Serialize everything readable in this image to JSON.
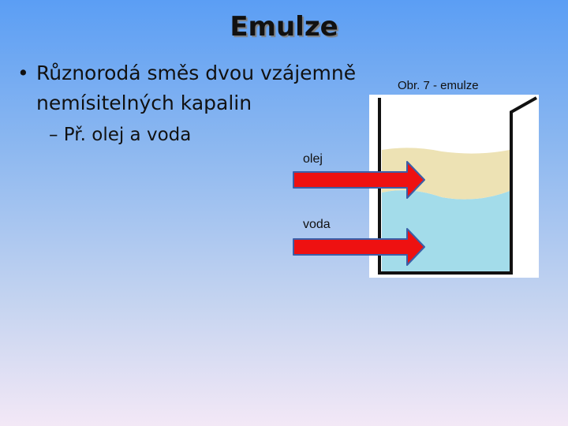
{
  "slide": {
    "title": "Emulze",
    "bullet_main": "Různorodá směs dvou vzájemně nemísitelných kapalin",
    "bullet_sub": "– Př. olej a voda"
  },
  "figure": {
    "caption": "Obr. 7 - emulze",
    "oil_label": "olej",
    "water_label": "voda"
  },
  "colors": {
    "oil": "#ede2b4",
    "water": "#a3dcea",
    "arrow": "#ee1111"
  },
  "icons": [
    "beaker-icon",
    "arrow-right-icon"
  ]
}
